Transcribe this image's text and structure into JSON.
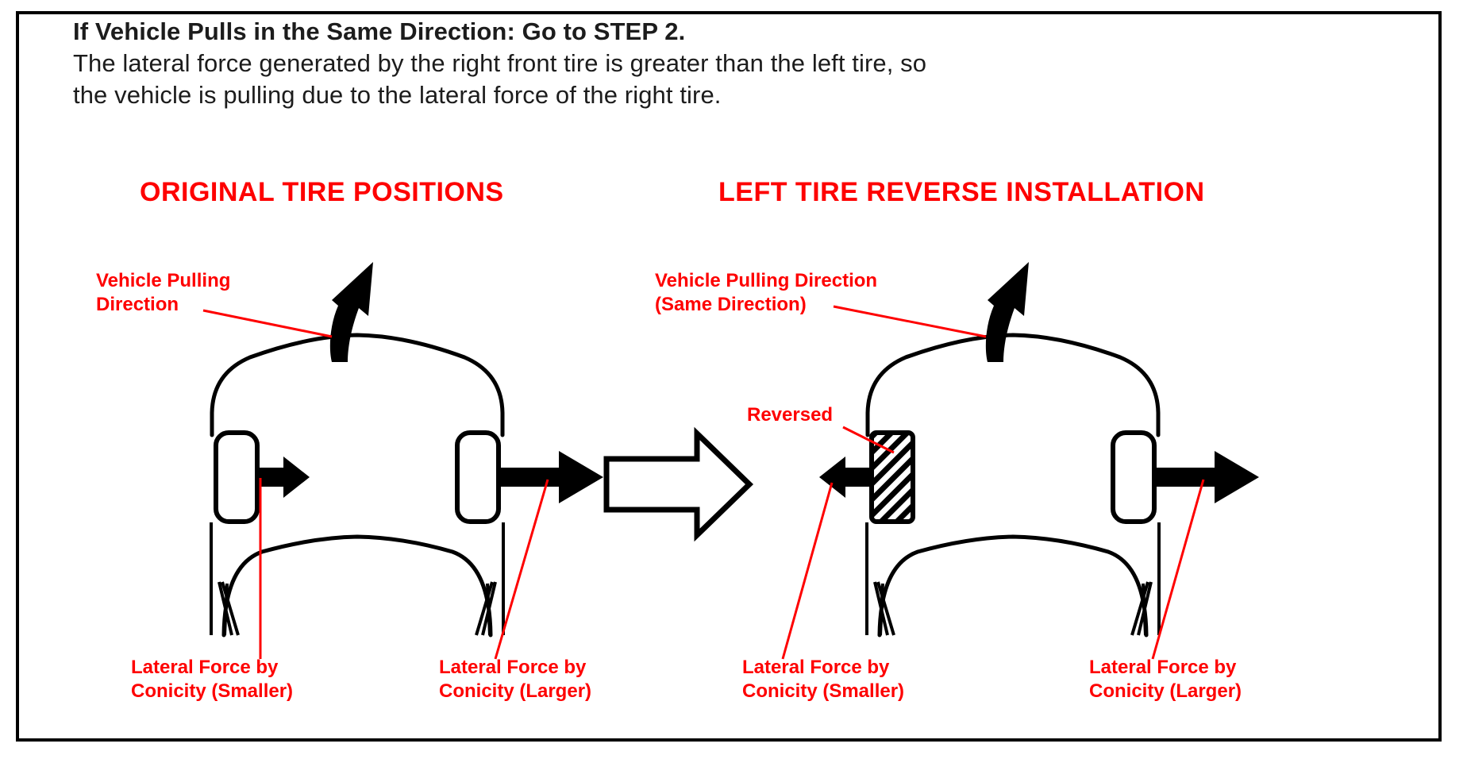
{
  "document": {
    "type": "technical-illustration",
    "background_color": "#ffffff",
    "border_color": "#000000"
  },
  "header": {
    "line1": "If Vehicle Pulls in the Same Direction: Go to STEP 2.",
    "line2": "The lateral force generated by the right front tire is greater than the left tire, so",
    "line3": "the vehicle is pulling due to the lateral force of the right tire."
  },
  "colors": {
    "annotation_red": "#fe0000",
    "line_black": "#000000",
    "text_gray": "#1c1c1c"
  },
  "panels": {
    "left": {
      "title": "ORIGINAL TIRE POSITIONS",
      "pull_label": "Vehicle Pulling\nDirection",
      "pull_label_line1": "Vehicle Pulling",
      "pull_label_line2": "Direction",
      "left_tire": {
        "force_label_line1": "Lateral Force by",
        "force_label_line2": "Conicity (Smaller)",
        "force_magnitude": "smaller",
        "force_direction": "right",
        "reversed": false
      },
      "right_tire": {
        "force_label_line1": "Lateral Force by",
        "force_label_line2": "Conicity (Larger)",
        "force_magnitude": "larger",
        "force_direction": "right",
        "reversed": false
      }
    },
    "right": {
      "title": "LEFT TIRE REVERSE INSTALLATION",
      "pull_label_line1": "Vehicle Pulling Direction",
      "pull_label_line2": "(Same Direction)",
      "reversed_label": "Reversed",
      "left_tire": {
        "force_label_line1": "Lateral Force by",
        "force_label_line2": "Conicity (Smaller)",
        "force_magnitude": "smaller",
        "force_direction": "left",
        "reversed": true
      },
      "right_tire": {
        "force_label_line1": "Lateral Force by",
        "force_label_line2": "Conicity (Larger)",
        "force_magnitude": "larger",
        "force_direction": "right",
        "reversed": false
      }
    }
  },
  "transition": {
    "icon": "block-arrow-right",
    "direction": "right"
  }
}
